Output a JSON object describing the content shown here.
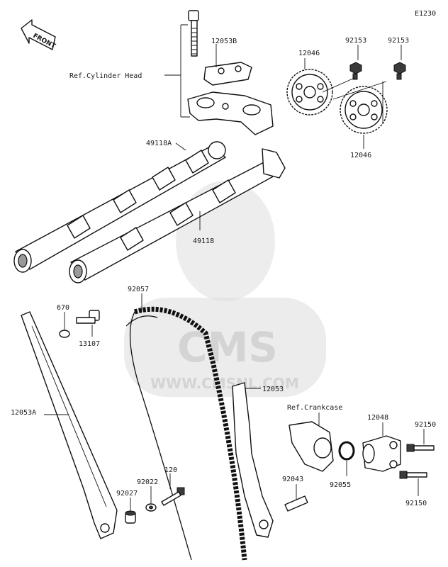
{
  "diagram_code": "E1230",
  "front_label": "FRONT",
  "watermark": {
    "brand": "CMS",
    "url": "WWW.CMSNL.COM"
  },
  "labels": {
    "p12053B": "12053B",
    "refCylinderHead": "Ref.Cylinder Head",
    "p12046a": "12046",
    "p92153a": "92153",
    "p92153b": "92153",
    "p12046b": "12046",
    "p49118A": "49118A",
    "p49118": "49118",
    "p92057": "92057",
    "p670": "670",
    "p13107": "13107",
    "p12053": "12053",
    "p12053A": "12053A",
    "refCrankcase": "Ref.Crankcase",
    "p12048": "12048",
    "p92150a": "92150",
    "p92043": "92043",
    "p92055": "92055",
    "p92150b": "92150",
    "p120": "120",
    "p92022": "92022",
    "p92027": "92027"
  }
}
